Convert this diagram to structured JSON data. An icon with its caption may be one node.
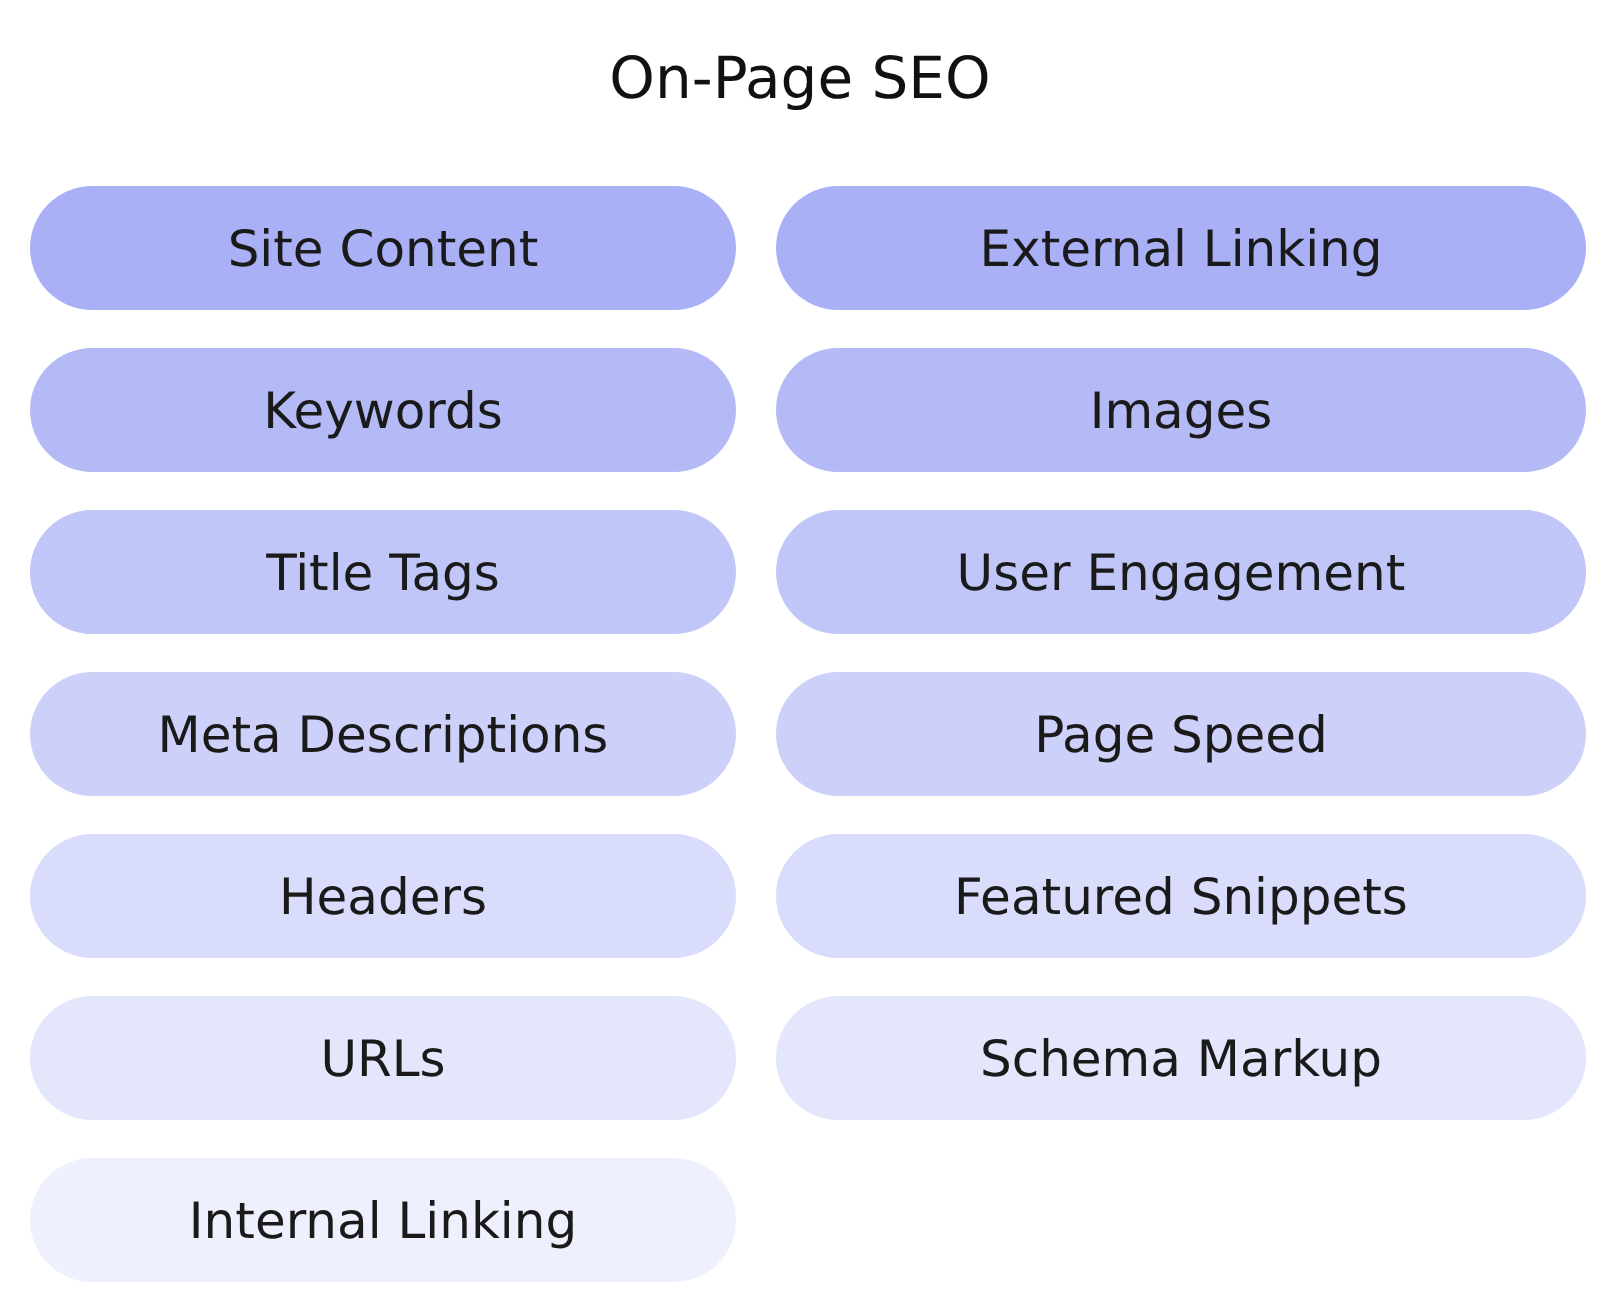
{
  "diagram": {
    "title": "On-Page SEO",
    "nodes": [
      {
        "text": [
          "Site Content"
        ]
      },
      {
        "text": [
          "Keywords"
        ]
      },
      {
        "text": [
          "Title Tags"
        ]
      },
      {
        "text": [
          "Meta Descriptions"
        ]
      },
      {
        "text": [
          "Headers"
        ]
      },
      {
        "text": [
          "URLs"
        ]
      },
      {
        "text": [
          "Internal Linking"
        ]
      },
      {
        "text": [
          "External Linking"
        ]
      },
      {
        "text": [
          "Images"
        ]
      },
      {
        "text": [
          "User Engagement"
        ]
      },
      {
        "text": [
          "Page Speed"
        ]
      },
      {
        "text": [
          "Featured Snippets"
        ]
      },
      {
        "text": [
          "Schema Markup"
        ]
      }
    ]
  }
}
